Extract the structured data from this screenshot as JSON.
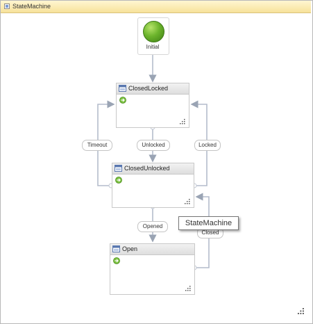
{
  "window": {
    "title": "StateMachine"
  },
  "initial": {
    "label": "Initial"
  },
  "states": [
    {
      "name": "ClosedLocked"
    },
    {
      "name": "ClosedUnlocked"
    },
    {
      "name": "Open"
    }
  ],
  "transitions": [
    {
      "label": "Timeout"
    },
    {
      "label": "Unlocked"
    },
    {
      "label": "Locked"
    },
    {
      "label": "Opened"
    },
    {
      "label": "Closed"
    }
  ],
  "tooltip": {
    "text": "StateMachine"
  },
  "colors": {
    "initial_green": "#6cb42c",
    "title_bar": "#f7e29a",
    "connector": "#a9b4c6"
  }
}
